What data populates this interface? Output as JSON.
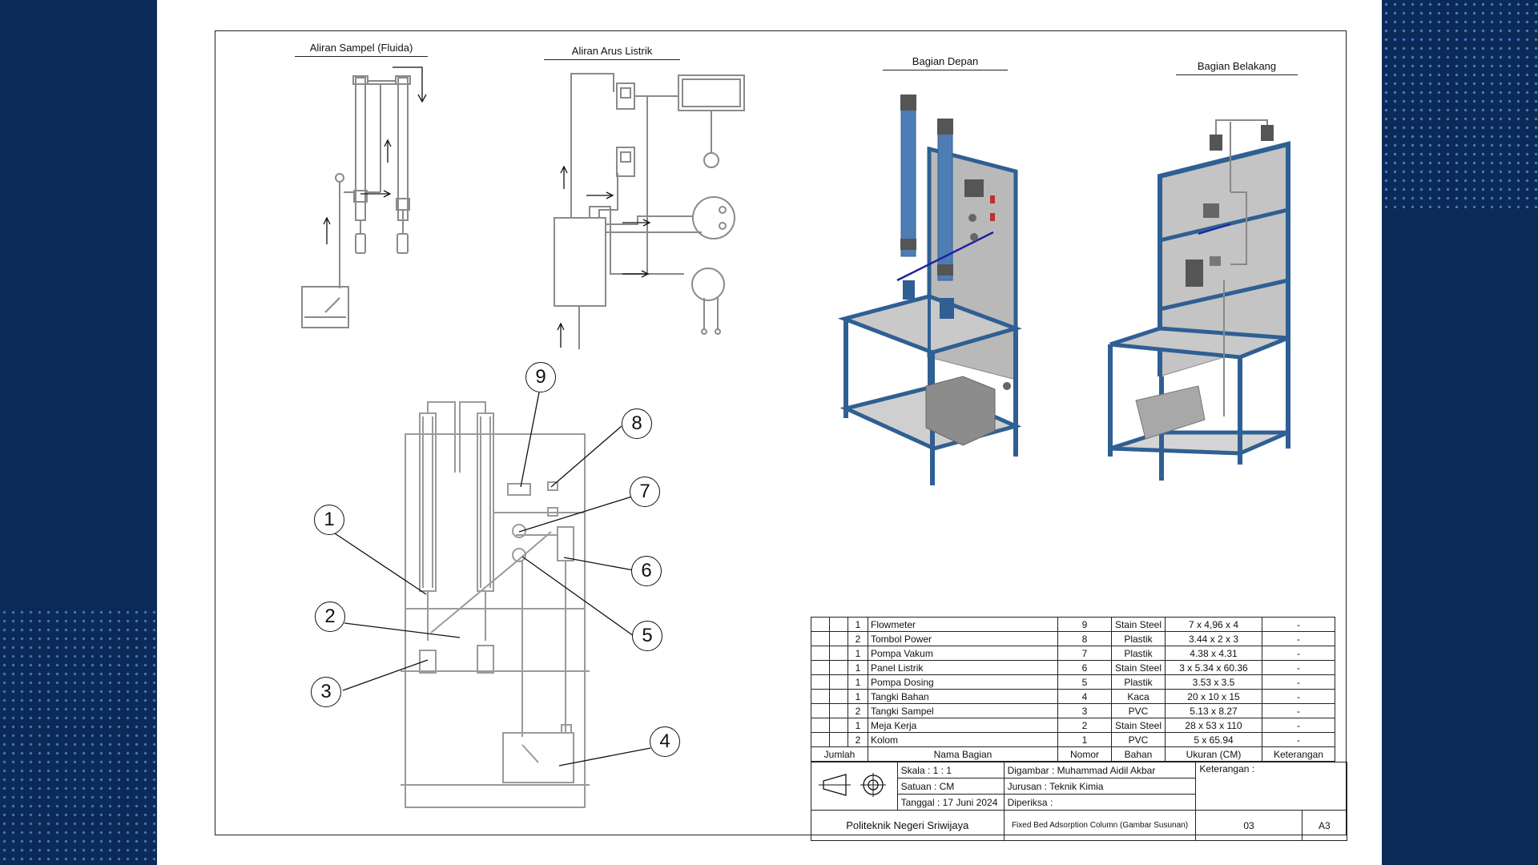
{
  "views": {
    "fluid_flow": "Aliran Sampel (Fluida)",
    "electric_flow": "Aliran Arus Listrik",
    "front": "Bagian Depan",
    "back": "Bagian Belakang"
  },
  "callouts": [
    "1",
    "2",
    "3",
    "4",
    "5",
    "6",
    "7",
    "8",
    "9"
  ],
  "parts": [
    {
      "jumlah": "1",
      "nama": "Flowmeter",
      "nomor": "9",
      "bahan": "Stain Steel",
      "ukuran": "7 x 4,96 x 4",
      "ket": "-"
    },
    {
      "jumlah": "2",
      "nama": "Tombol Power",
      "nomor": "8",
      "bahan": "Plastik",
      "ukuran": "3.44 x 2 x 3",
      "ket": "-"
    },
    {
      "jumlah": "1",
      "nama": "Pompa Vakum",
      "nomor": "7",
      "bahan": "Plastik",
      "ukuran": "4.38 x 4.31",
      "ket": "-"
    },
    {
      "jumlah": "1",
      "nama": "Panel Listrik",
      "nomor": "6",
      "bahan": "Stain Steel",
      "ukuran": "3 x 5.34 x 60.36",
      "ket": "-"
    },
    {
      "jumlah": "1",
      "nama": "Pompa Dosing",
      "nomor": "5",
      "bahan": "Plastik",
      "ukuran": "3.53 x 3.5",
      "ket": "-"
    },
    {
      "jumlah": "1",
      "nama": "Tangki Bahan",
      "nomor": "4",
      "bahan": "Kaca",
      "ukuran": "20 x 10 x 15",
      "ket": "-"
    },
    {
      "jumlah": "2",
      "nama": "Tangki Sampel",
      "nomor": "3",
      "bahan": "PVC",
      "ukuran": "5.13 x 8.27",
      "ket": "-"
    },
    {
      "jumlah": "1",
      "nama": "Meja Kerja",
      "nomor": "2",
      "bahan": "Stain Steel",
      "ukuran": "28 x 53 x 110",
      "ket": "-"
    },
    {
      "jumlah": "2",
      "nama": "Kolom",
      "nomor": "1",
      "bahan": "PVC",
      "ukuran": "5 x 65.94",
      "ket": "-"
    }
  ],
  "headers": {
    "jumlah": "Jumlah",
    "nama": "Nama Bagian",
    "nomor": "Nomor",
    "bahan": "Bahan",
    "ukuran": "Ukuran (CM)",
    "ket": "Keterangan"
  },
  "title_block": {
    "skala": "Skala     : 1 : 1",
    "satuan": "Satuan   : CM",
    "tanggal": "Tanggal : 17 Juni 2024",
    "digambar": "Digambar : Muhammad Aidil Akbar",
    "jurusan": "Jurusan   : Teknik Kimia",
    "diperiksa": "Diperiksa :",
    "keterangan": "Keterangan :",
    "institution": "Politeknik Negeri Sriwijaya",
    "drawing_title": "Fixed Bed Adsorption Column (Gambar Susunan)",
    "sheet_no": "03",
    "paper": "A3"
  },
  "colors": {
    "frame_blue": "#2f5f93",
    "column_blue": "#4d7db4",
    "panel_gray": "#b9b9b9",
    "background": "#0b2a57"
  }
}
